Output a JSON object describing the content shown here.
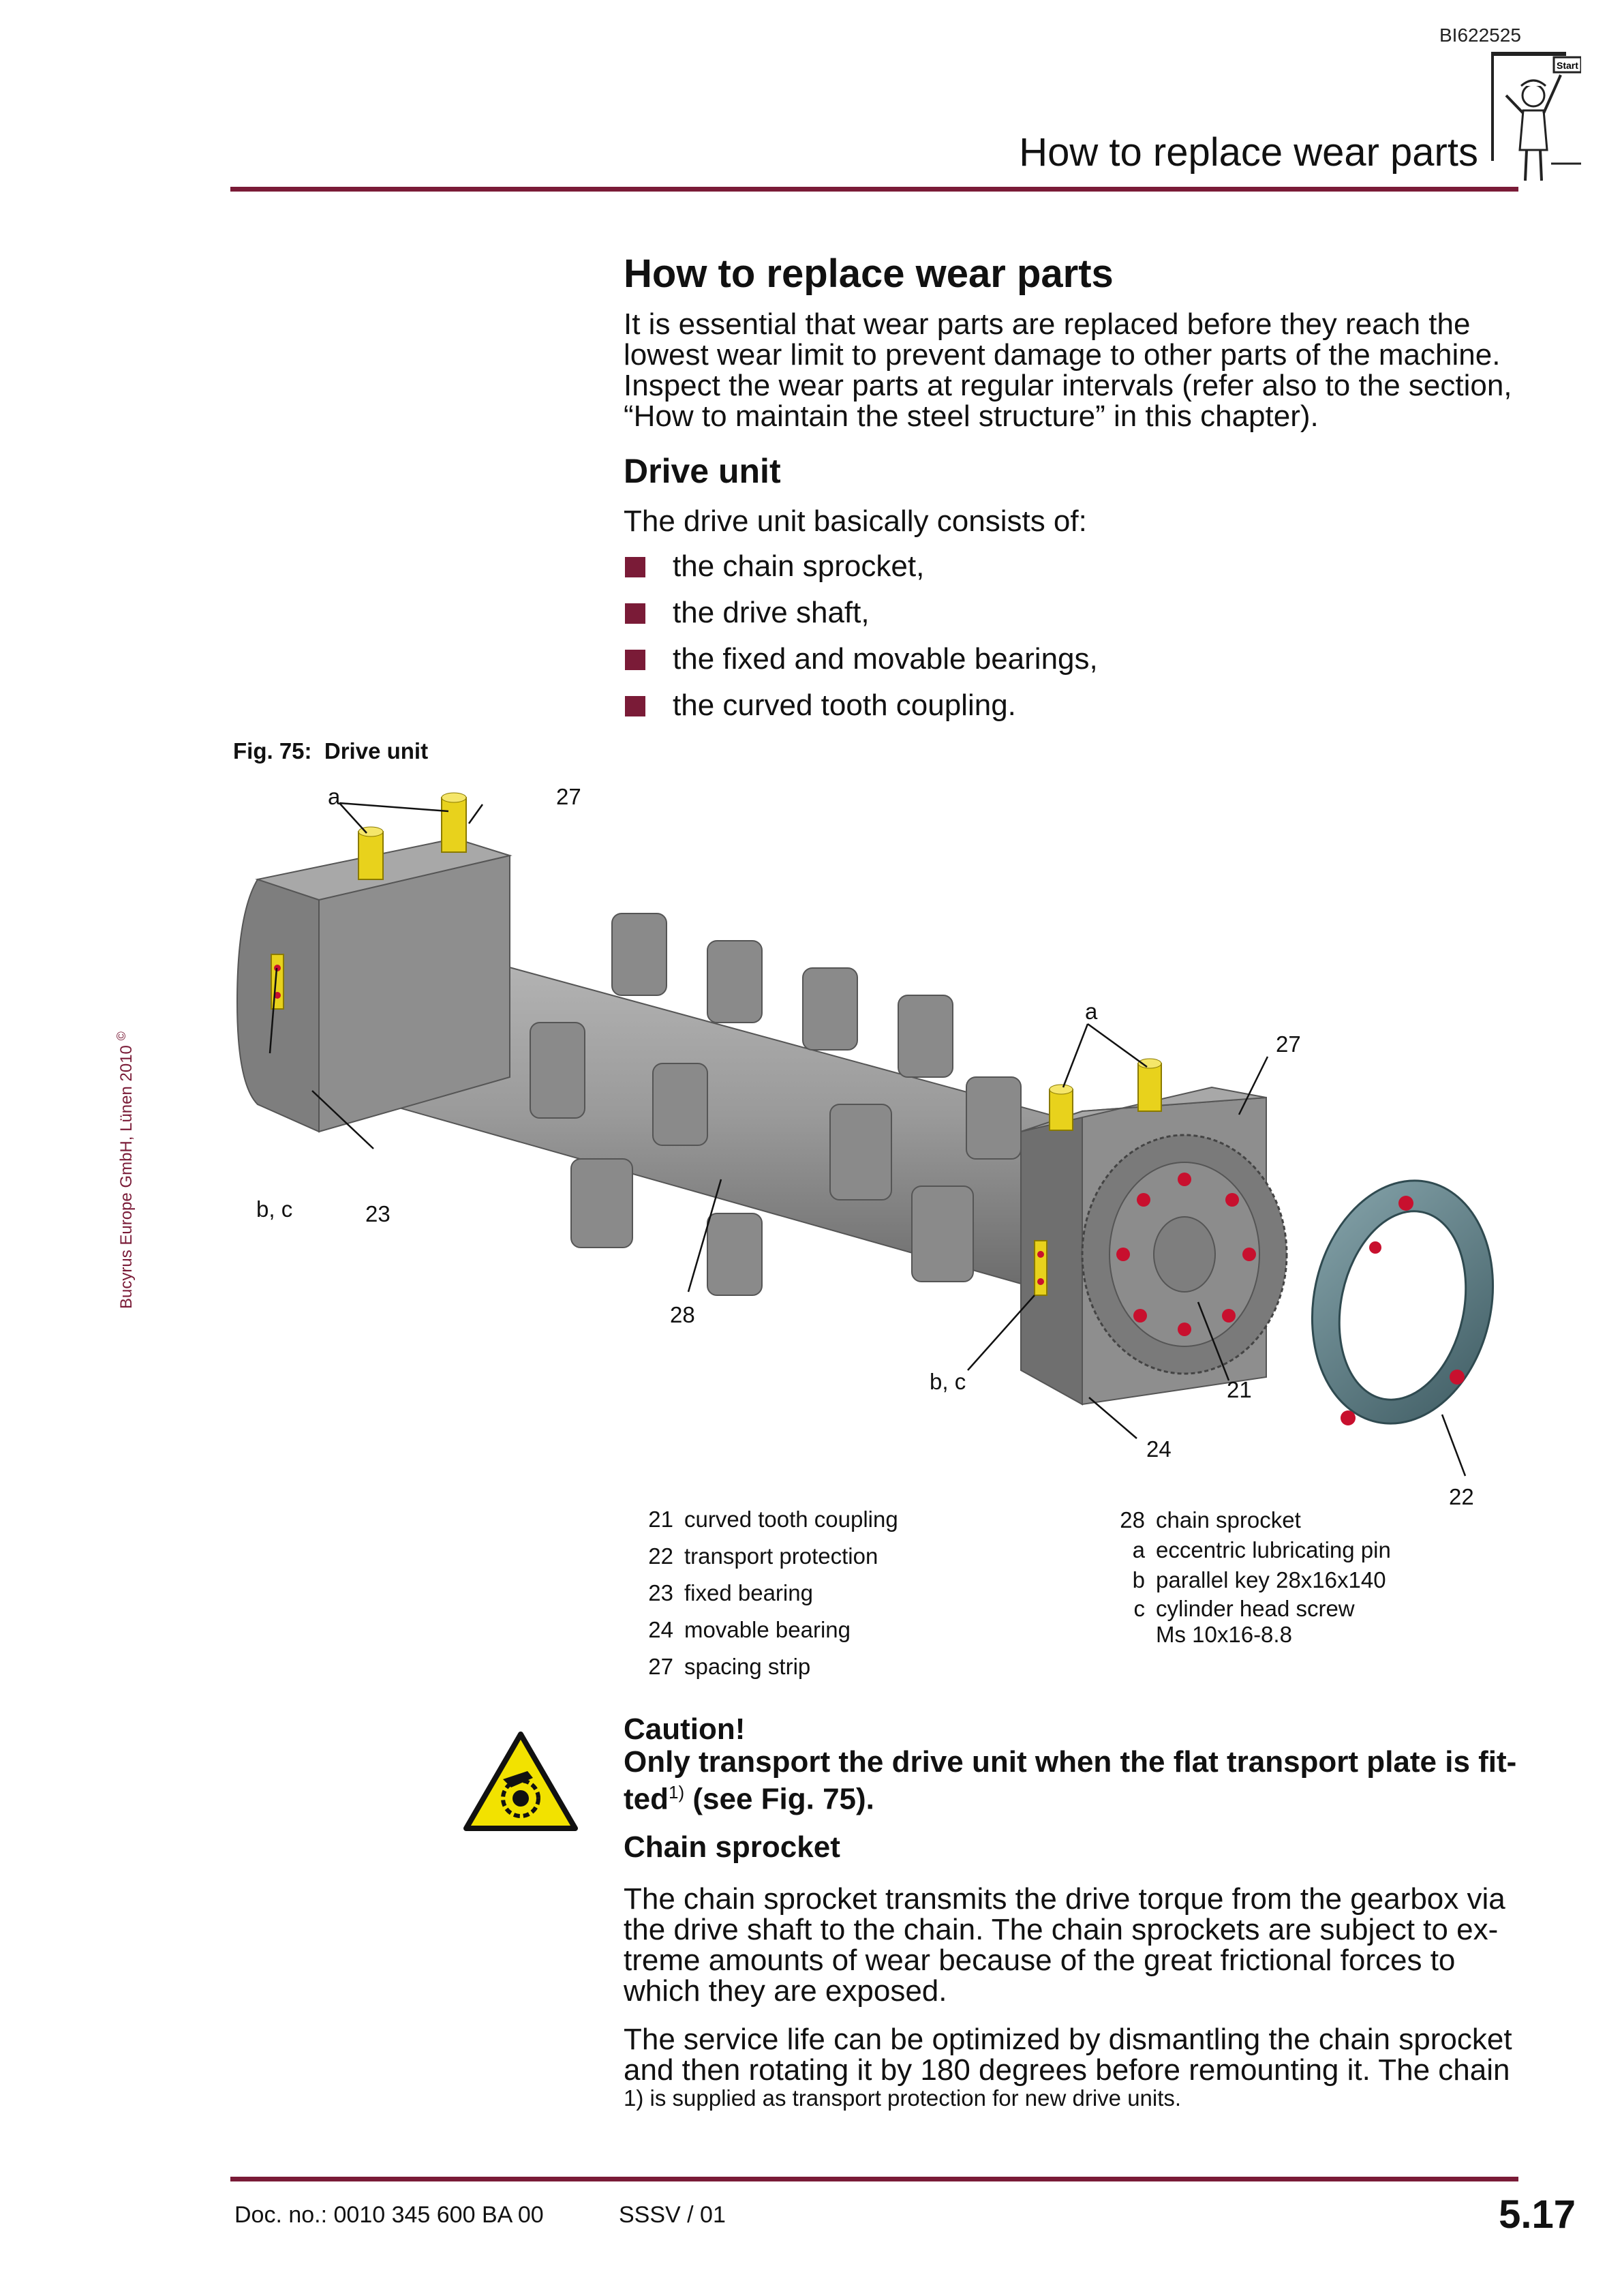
{
  "header": {
    "doc_id": "BI622525",
    "start_label": "Start",
    "title": "How to replace wear parts"
  },
  "side_copyright": {
    "text": "Bucyrus Europe GmbH, Lünen 2010",
    "symbol": "©"
  },
  "section": {
    "title": "How to replace wear parts",
    "intro": "It is essential that wear parts are replaced before they reach the lowest wear limit to prevent damage to other parts of the machine. Inspect the wear parts at regular intervals (refer also to the section, “How to maintain the steel structure” in this chapter)."
  },
  "drive_unit": {
    "title": "Drive unit",
    "lead": "The drive unit basically consists of:",
    "items": [
      "the chain sprocket,",
      "the drive shaft,",
      "the fixed and movable bearings,",
      "the curved tooth coupling."
    ]
  },
  "figure": {
    "caption_number": "Fig. 75:",
    "caption_title": "Drive unit",
    "callouts": {
      "a_left": "a",
      "n27_left": "27",
      "bc_left": "b, c",
      "n23": "23",
      "n28": "28",
      "a_right": "a",
      "n27_right": "27",
      "bc_right": "b, c",
      "n21": "21",
      "n24": "24",
      "n22": "22"
    },
    "colors": {
      "steel": "#8c8c8c",
      "steel_dark": "#6e6e6e",
      "steel_light": "#b4b4b4",
      "pin": "#e8d21c",
      "bolt": "#c8102e",
      "protection_ring": "#5f7f87"
    }
  },
  "legend": {
    "left": [
      {
        "num": "21",
        "text": "curved tooth coupling"
      },
      {
        "num": "22",
        "text": "transport protection"
      },
      {
        "num": "23",
        "text": "fixed bearing"
      },
      {
        "num": "24",
        "text": "movable bearing"
      },
      {
        "num": "27",
        "text": "spacing strip"
      }
    ],
    "right": [
      {
        "num": "28",
        "text": "chain sprocket"
      },
      {
        "num": "a",
        "text": "eccentric lubricating pin"
      },
      {
        "num": "b",
        "text": "parallel key 28x16x140"
      },
      {
        "num": "c",
        "text": "cylinder head screw"
      },
      {
        "num": "",
        "text": "Ms 10x16-8.8"
      }
    ]
  },
  "caution": {
    "icon": "hand-crush-warning-icon",
    "title": "Caution!",
    "text_before": "Only transport the drive unit when the flat transport plate is fit- ted",
    "text_sup": "1)",
    "text_after": " (see Fig. 75)."
  },
  "chain_sprocket": {
    "title": "Chain sprocket",
    "para1": "The chain sprocket transmits the drive torque from the gearbox via the drive shaft to the chain. The chain sprockets are subject to ex- treme amounts of wear because of the great frictional forces to which they are exposed.",
    "para2": "The service life can be optimized by dismantling the chain sprocket and then rotating it by 180 degrees before remounting it. The chain",
    "footnote": "1) is supplied as transport protection for new drive units."
  },
  "footer": {
    "doc_no": "Doc. no.: 0010 345 600 BA 00",
    "series": "SSSV / 01",
    "page": "5.17"
  }
}
